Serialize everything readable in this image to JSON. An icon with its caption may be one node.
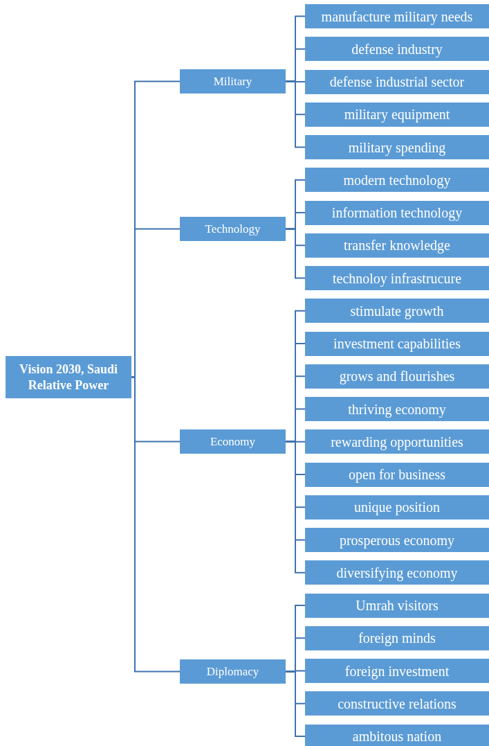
{
  "diagram": {
    "nodes": [
      {
        "text": [
          "Vision 2030, Saudi Relative Power"
        ]
      },
      {
        "text": [
          "Military"
        ]
      },
      {
        "text": [
          "manufacture military needs"
        ]
      },
      {
        "text": [
          "defense industry"
        ]
      },
      {
        "text": [
          "defense industrial sector"
        ]
      },
      {
        "text": [
          "military equipment"
        ]
      },
      {
        "text": [
          "military spending"
        ]
      },
      {
        "text": [
          "Technology"
        ]
      },
      {
        "text": [
          "modern technology"
        ]
      },
      {
        "text": [
          "information technology"
        ]
      },
      {
        "text": [
          "transfer knowledge"
        ]
      },
      {
        "text": [
          "technoloy infrastrucure"
        ]
      },
      {
        "text": [
          "Economy"
        ]
      },
      {
        "text": [
          "stimulate growth"
        ]
      },
      {
        "text": [
          "investment capabilities"
        ]
      },
      {
        "text": [
          "grows and flourishes"
        ]
      },
      {
        "text": [
          "thriving economy"
        ]
      },
      {
        "text": [
          "rewarding opportunities"
        ]
      },
      {
        "text": [
          "open for business"
        ]
      },
      {
        "text": [
          "unique position"
        ]
      },
      {
        "text": [
          "prosperous economy"
        ]
      },
      {
        "text": [
          "diversifying economy"
        ]
      },
      {
        "text": [
          "Diplomacy"
        ]
      },
      {
        "text": [
          "Umrah visitors"
        ]
      },
      {
        "text": [
          "foreign minds"
        ]
      },
      {
        "text": [
          "foreign investment"
        ]
      },
      {
        "text": [
          "constructive relations"
        ]
      },
      {
        "text": [
          "ambitous nation"
        ]
      }
    ],
    "edges": [
      {
        "from": 0,
        "to": 1,
        "arrow": "none"
      },
      {
        "from": 0,
        "to": 7,
        "arrow": "none"
      },
      {
        "from": 0,
        "to": 12,
        "arrow": "none"
      },
      {
        "from": 0,
        "to": 22,
        "arrow": "none"
      },
      {
        "from": 1,
        "to": 2,
        "arrow": "none"
      },
      {
        "from": 1,
        "to": 3,
        "arrow": "none"
      },
      {
        "from": 1,
        "to": 4,
        "arrow": "none"
      },
      {
        "from": 1,
        "to": 5,
        "arrow": "none"
      },
      {
        "from": 1,
        "to": 6,
        "arrow": "none"
      },
      {
        "from": 7,
        "to": 8,
        "arrow": "none"
      },
      {
        "from": 7,
        "to": 9,
        "arrow": "none"
      },
      {
        "from": 7,
        "to": 10,
        "arrow": "none"
      },
      {
        "from": 7,
        "to": 11,
        "arrow": "none"
      },
      {
        "from": 12,
        "to": 13,
        "arrow": "none"
      },
      {
        "from": 12,
        "to": 14,
        "arrow": "none"
      },
      {
        "from": 12,
        "to": 15,
        "arrow": "none"
      },
      {
        "from": 12,
        "to": 16,
        "arrow": "none"
      },
      {
        "from": 12,
        "to": 17,
        "arrow": "none"
      },
      {
        "from": 12,
        "to": 18,
        "arrow": "none"
      },
      {
        "from": 12,
        "to": 19,
        "arrow": "none"
      },
      {
        "from": 12,
        "to": 20,
        "arrow": "none"
      },
      {
        "from": 12,
        "to": 21,
        "arrow": "none"
      },
      {
        "from": 22,
        "to": 23,
        "arrow": "none"
      },
      {
        "from": 22,
        "to": 24,
        "arrow": "none"
      },
      {
        "from": 22,
        "to": 25,
        "arrow": "none"
      },
      {
        "from": 22,
        "to": 26,
        "arrow": "none"
      },
      {
        "from": 22,
        "to": 27,
        "arrow": "none"
      }
    ]
  }
}
